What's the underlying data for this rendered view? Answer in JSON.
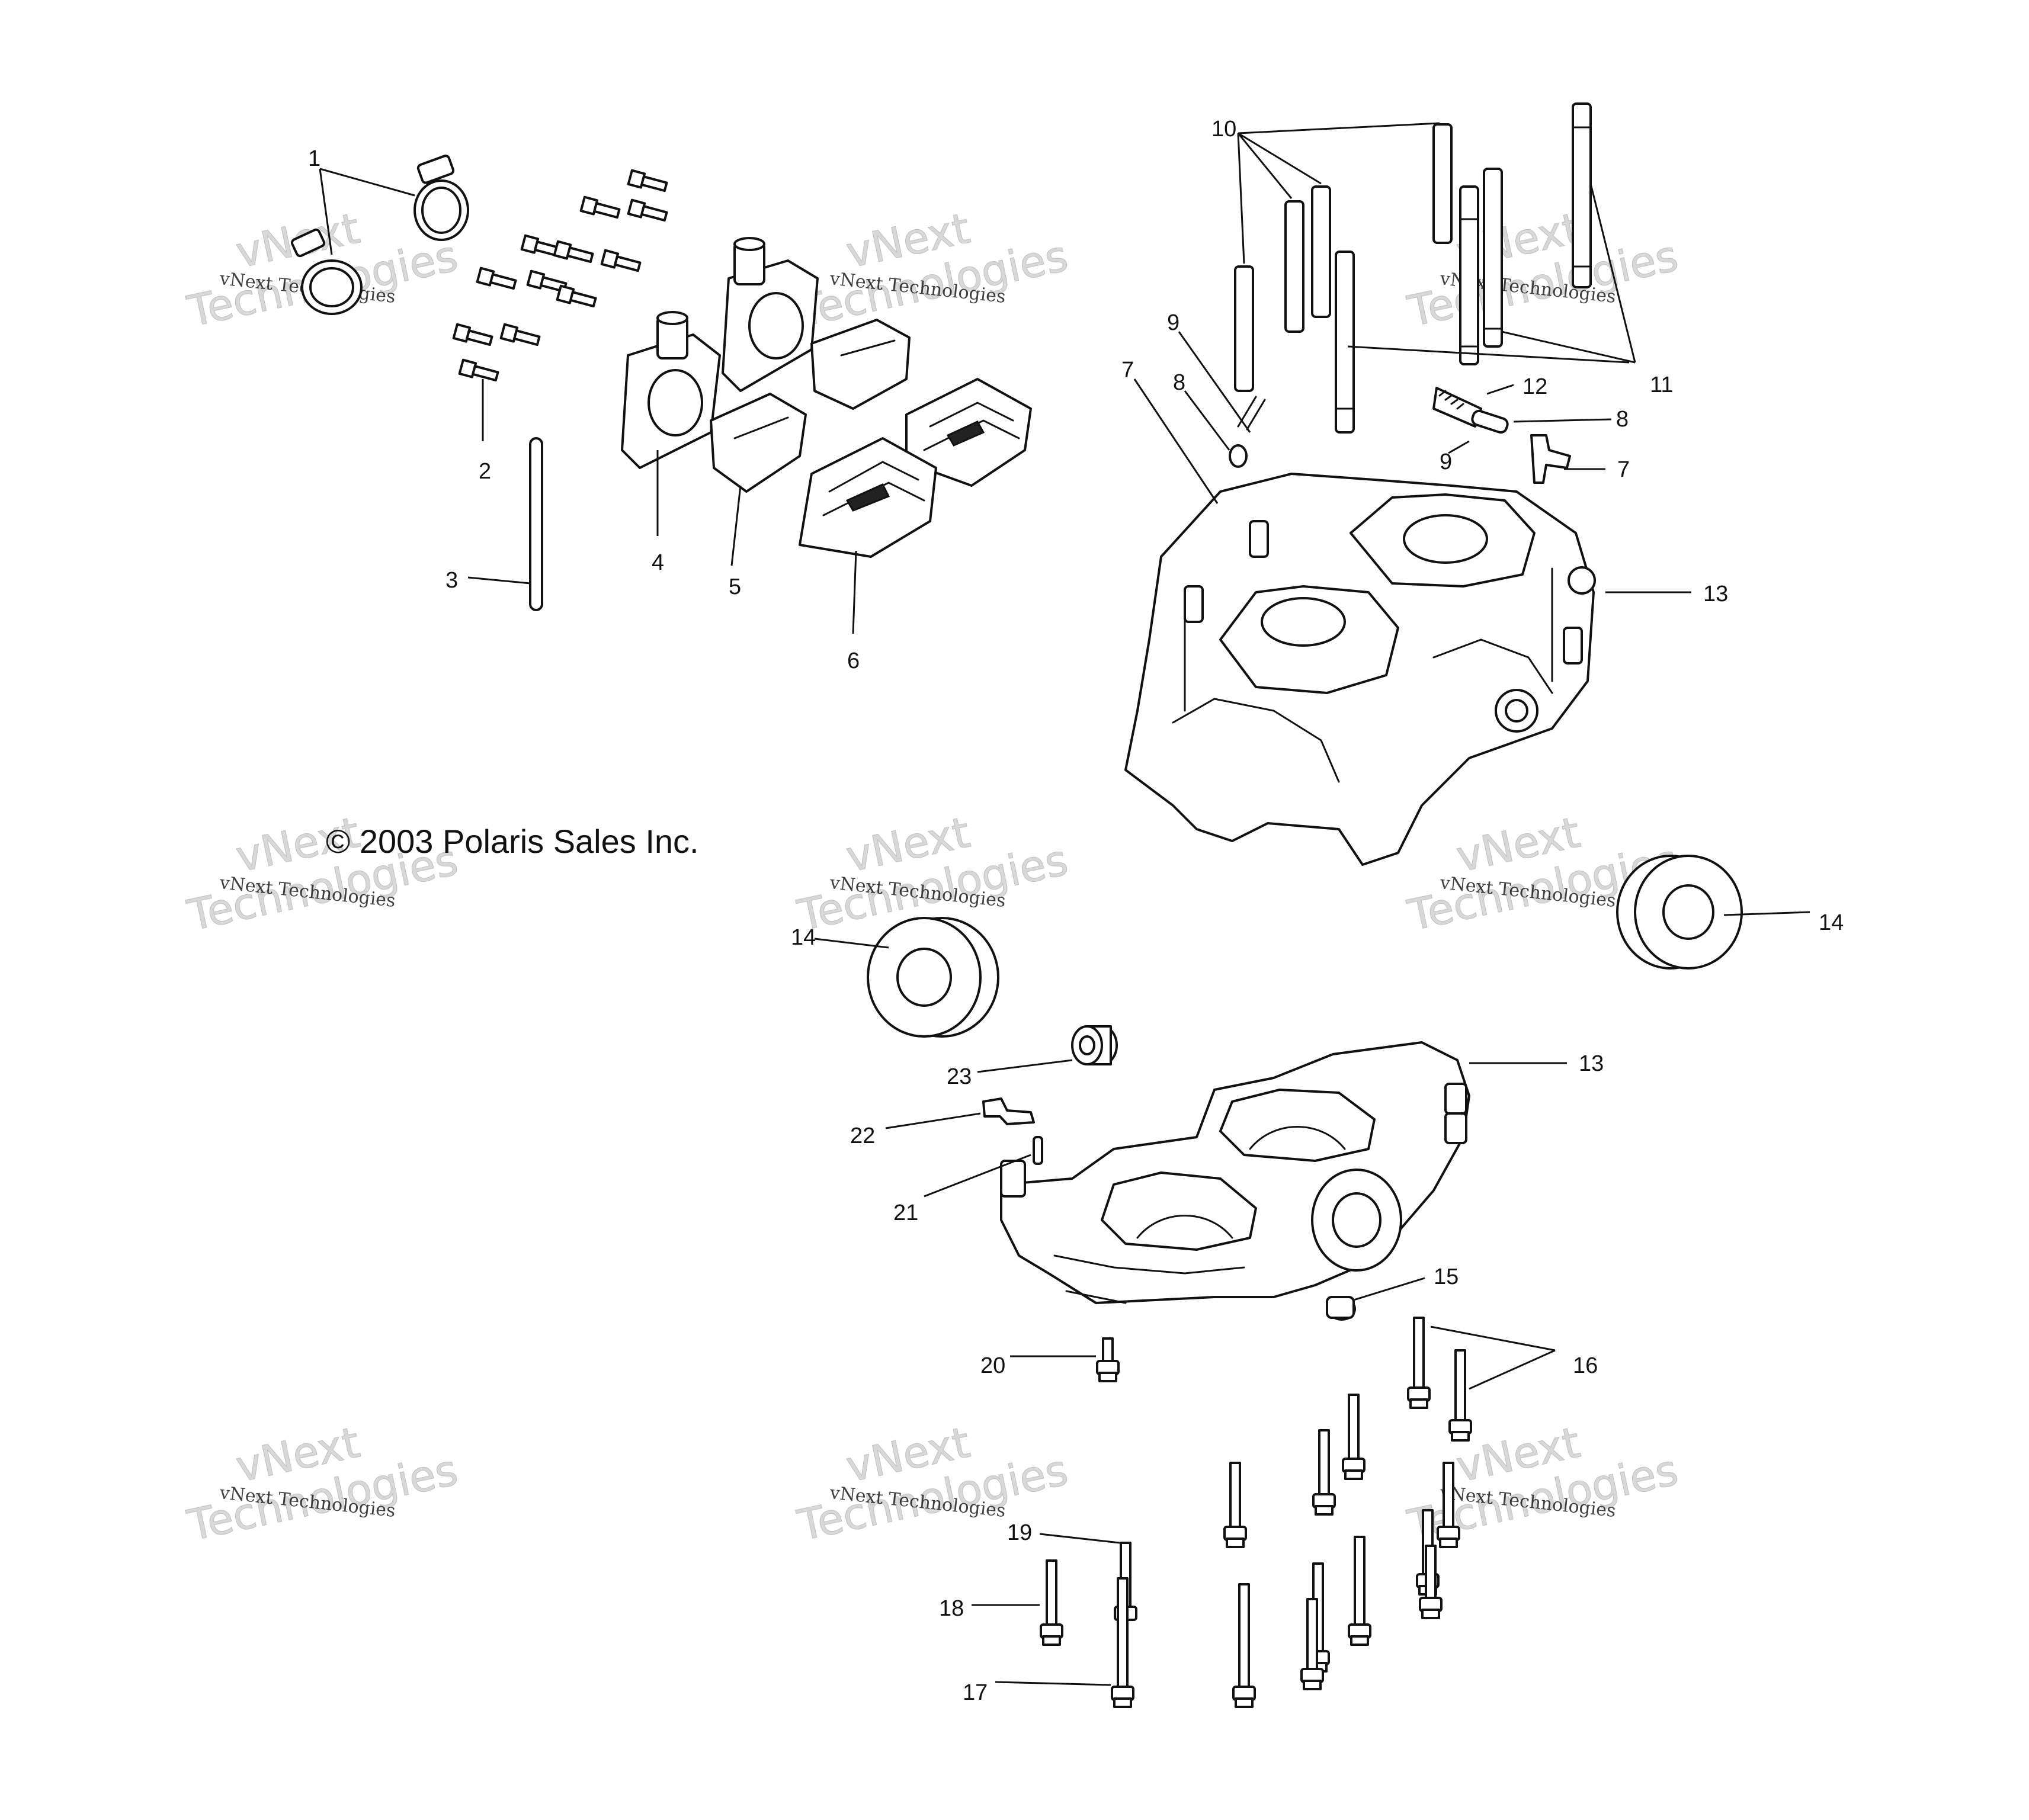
{
  "copyright": "© 2003 Polaris Sales Inc.",
  "watermark": {
    "line1": "vNext Technologies",
    "line2": "vNext",
    "line3": "Technologies"
  },
  "callouts": {
    "c1": "1",
    "c2": "2",
    "c3": "3",
    "c4": "4",
    "c5": "5",
    "c6": "6",
    "c7a": "7",
    "c7b": "7",
    "c8a": "8",
    "c8b": "8",
    "c9a": "9",
    "c9b": "9",
    "c10": "10",
    "c11": "11",
    "c12": "12",
    "c13a": "13",
    "c13b": "13",
    "c14a": "14",
    "c14b": "14",
    "c15": "15",
    "c16": "16",
    "c17": "17",
    "c18": "18",
    "c19": "19",
    "c20": "20",
    "c21": "21",
    "c22": "22",
    "c23": "23"
  },
  "colors": {
    "line": "#111111",
    "background": "#ffffff",
    "watermark": "#d8d8d8"
  }
}
